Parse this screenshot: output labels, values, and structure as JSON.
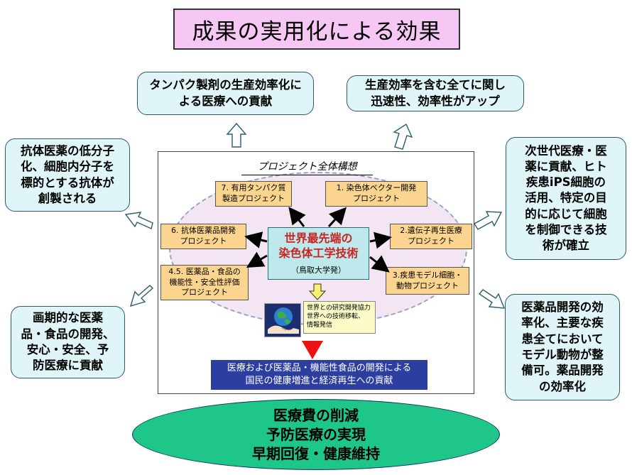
{
  "title": "成果の実用化による効果",
  "outer_boxes": {
    "top_left": [
      "タンパク製剤の生産効率化に",
      "よる医療への貢献"
    ],
    "top_right": [
      "生産効率を含む全てに関し",
      "迅速性、効率性がアップ"
    ],
    "left_upper": [
      "抗体医薬の低分子",
      "化、細胞内分子を",
      "標的とする抗体が",
      "創製される"
    ],
    "left_lower": [
      "画期的な医薬",
      "品・食品の開発、",
      "安心・安全、予",
      "防医療に貢献"
    ],
    "right_upper": [
      "次世代医療・医",
      "薬に貢献、ヒト",
      "疾患iPS細胞の",
      "活用、特定の目",
      "的に応じて細胞",
      "を制御できる技",
      "術が確立"
    ],
    "right_lower": [
      "医薬品開発の効",
      "率化、主要な疾",
      "患全てにおいて",
      "モデル動物が整",
      "備可。薬品開発",
      "の効率化"
    ]
  },
  "panel": {
    "title": "プロジェクト全体構想",
    "center_title": [
      "世界最先端の",
      "染色体工学技術"
    ],
    "center_sub": "（鳥取大学発）",
    "projects": {
      "p7": [
        "7. 有用タンパク質",
        "製造プロジェクト"
      ],
      "p1": [
        "1. 染色体ベクター開発",
        "プロジェクト"
      ],
      "p6": [
        "6. 抗体医薬品開発",
        "プロジェクト"
      ],
      "p2": [
        "2.遺伝子再生医療",
        "プロジェクト"
      ],
      "p45": [
        "4.5. 医薬品・食品の",
        "機能性・安全性評価",
        "プロジェクト"
      ],
      "p3": [
        "3.疾患モデル細胞・",
        "動物プロジェクト"
      ]
    },
    "collab": [
      "世界との研究開発協力",
      "世界への技術移転、",
      "情報発信"
    ],
    "result": [
      "医療および医薬品・機能性食品の開発による",
      "国民の健康増進と経済再生への貢献"
    ]
  },
  "bottom": [
    "医療費の削減",
    "予防医療の実現",
    "早期回復・健康維持"
  ],
  "colors": {
    "title_bg": "#f6c6f4",
    "outer_bg": "#dff5f7",
    "project_bg": "#fbd58f",
    "center_bg": "#bde8ec",
    "center_text": "#cc2222",
    "result_bg": "#2d3ea1",
    "bottom_bg": "#1ec68a",
    "red_arrow": "#ee1111"
  }
}
